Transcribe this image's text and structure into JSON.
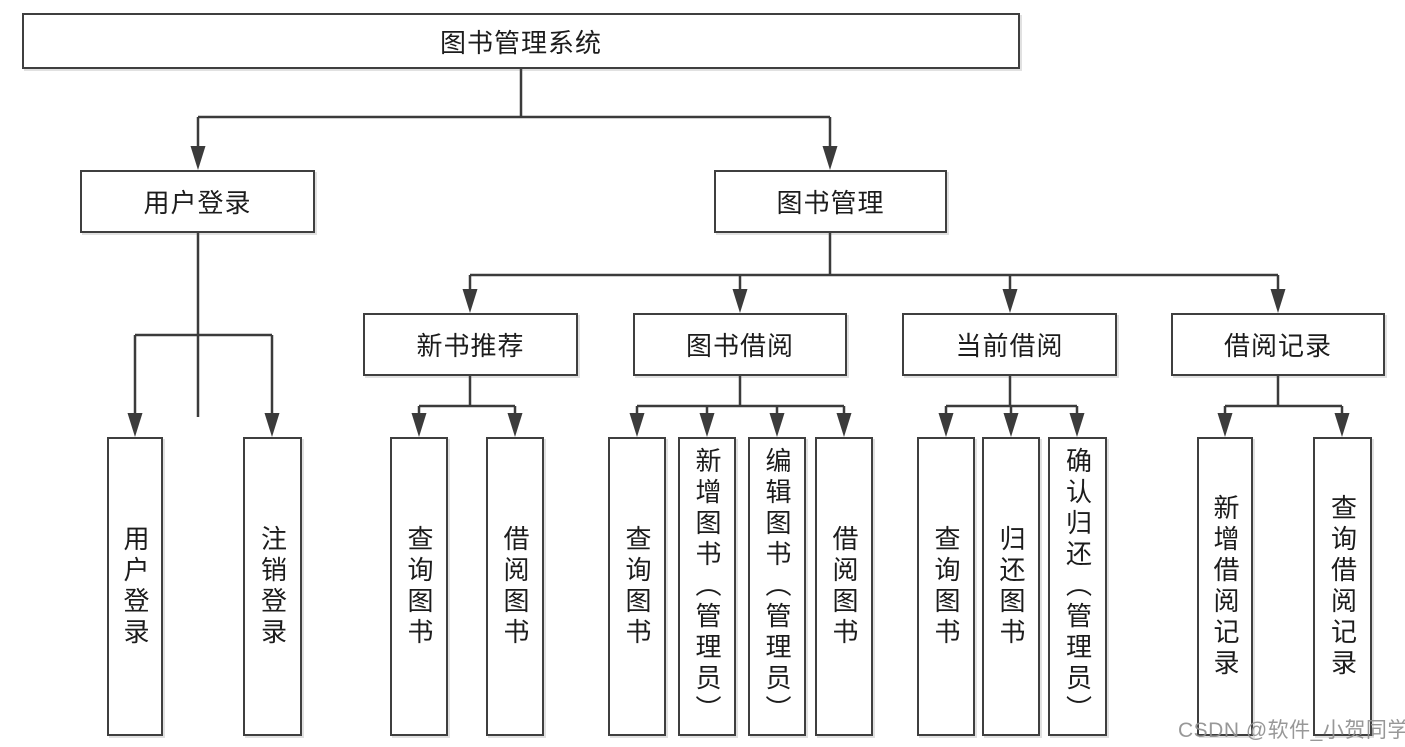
{
  "diagram": {
    "root": {
      "label": "图书管理系统"
    },
    "level2": [
      {
        "label": "用户登录"
      },
      {
        "label": "图书管理"
      }
    ],
    "level3": [
      {
        "label": "新书推荐"
      },
      {
        "label": "图书借阅"
      },
      {
        "label": "当前借阅"
      },
      {
        "label": "借阅记录"
      }
    ],
    "leaves": {
      "user": [
        "用户登录",
        "注销登录"
      ],
      "recommend": [
        "查询图书",
        "借阅图书"
      ],
      "borrow": [
        "查询图书",
        "新增图书（管理员）",
        "编辑图书（管理员）",
        "借阅图书"
      ],
      "current": [
        "查询图书",
        "归还图书",
        "确认归还（管理员）"
      ],
      "records": [
        "新增借阅记录",
        "查询借阅记录"
      ]
    }
  },
  "watermark": {
    "text": "CSDN @软件_小贺同学"
  },
  "colors": {
    "line": "#3b3b3b",
    "box_border": "#3f3f3f",
    "text": "#1c1c1c",
    "watermark": "#8f8f8f",
    "background": "#ffffff"
  }
}
